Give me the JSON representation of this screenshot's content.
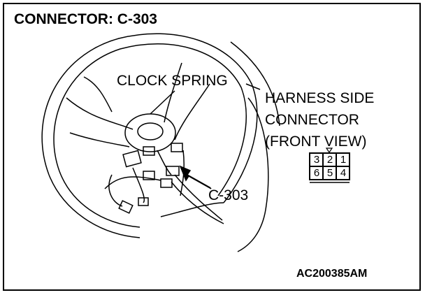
{
  "title": "CONNECTOR: C-303",
  "labels": {
    "clock_spring": "CLOCK SPRING",
    "harness_lines": [
      "HARNESS SIDE",
      "CONNECTOR",
      "(FRONT VIEW)"
    ],
    "connector_callout": "C-303"
  },
  "connector_pins": {
    "top_row": [
      "3",
      "2",
      "1"
    ],
    "bottom_row": [
      "6",
      "5",
      "4"
    ]
  },
  "figure_code": "AC200385AM"
}
